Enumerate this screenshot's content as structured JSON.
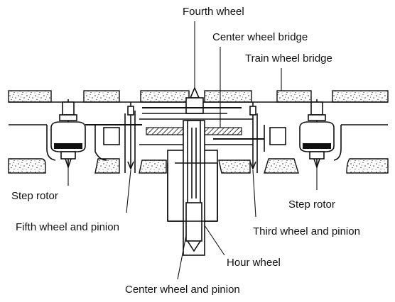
{
  "labels": {
    "fourth_wheel": "Fourth wheel",
    "center_wheel_bridge": "Center wheel bridge",
    "train_wheel_bridge": "Train wheel bridge",
    "step_rotor_left": "Step rotor",
    "step_rotor_right": "Step rotor",
    "fifth_wheel_and_pinion": "Fifth wheel and pinion",
    "third_wheel_and_pinion": "Third wheel and pinion",
    "hour_wheel": "Hour wheel",
    "center_wheel_and_pinion": "Center wheel and pinion"
  }
}
